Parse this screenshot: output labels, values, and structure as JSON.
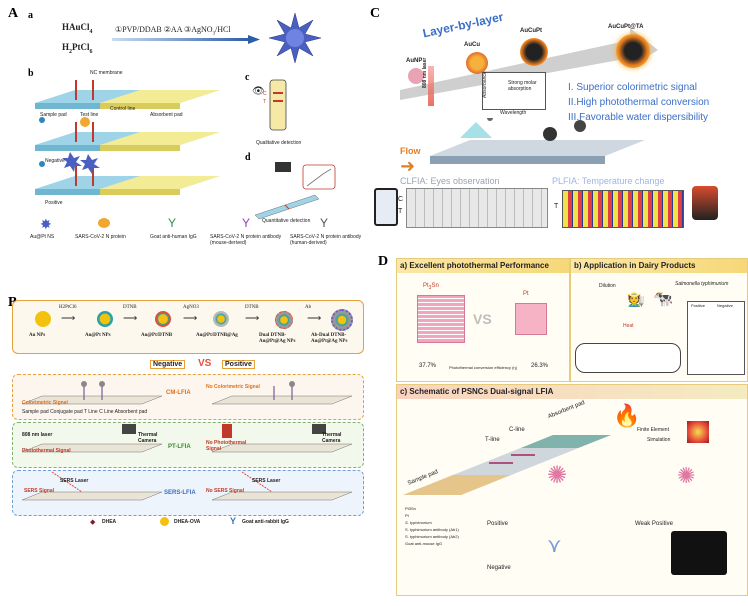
{
  "panel_A": {
    "label": "A",
    "sub_a": "a",
    "sub_b": "b",
    "sub_c": "c",
    "sub_d": "d",
    "reagent1": "HAuCl",
    "reagent1_sub": "4",
    "reagent2": "H",
    "reagent2_sub1": "2",
    "reagent2_mid": "PtCl",
    "reagent2_sub2": "6",
    "steps": "①PVP/DDAB  ②AA  ③AgNO",
    "steps_sub": "3",
    "steps_end": "/HCl",
    "nc_membrane": "NC membrane",
    "sample_pad": "Sample pad",
    "test_line": "Test line",
    "control_line": "Control line",
    "absorbent_pad": "Absorbent pad",
    "negative": "Negative",
    "positive": "Positive",
    "qualitative": "Qualitative detection",
    "quantitative": "Quantitative detection",
    "c_label": "C",
    "t_label": "T",
    "legend": [
      "Au@Pt NS",
      "SARS-CoV-2 N protein",
      "Goat anti-human IgG",
      "SARS-CoV-2 N protein antibody (mouse-derived)",
      "SARS-CoV-2 N protein antibody (human-derived)"
    ]
  },
  "panel_B": {
    "label": "B",
    "reagents": [
      "H2PtCl6",
      "DTNB",
      "AgNO3",
      "DTNB",
      "Ab"
    ],
    "particles": [
      "Au NPs",
      "Au@Pt NPs",
      "Au@Pt/DTNB",
      "Au@Pt/DTNB@Ag",
      "Dual DTNB-Au@Pt@Ag NPs",
      "Ab-Dual DTNB-Au@Pt@Ag NPs"
    ],
    "negative": "Negative",
    "vs": "VS",
    "positive": "Positive",
    "rows": [
      {
        "mode": "CM-LFIA",
        "left_signal": "Colorimetric Signal",
        "right_signal": "No Colorimetric Signal",
        "color": "#e0701a"
      },
      {
        "mode": "PT-LFIA",
        "left_signal": "Photothermal Signal",
        "right_signal": "No Photothermal Signal",
        "color": "#3a8a2a"
      },
      {
        "mode": "SERS-LFIA",
        "left_signal": "SERS Signal",
        "right_signal": "No SERS Signal",
        "color": "#3a6fc0"
      }
    ],
    "strip_parts": "Sample pad Conjugate pad T Line  C Line    Absorbent pad",
    "laser": "808 nm laser",
    "thermal_camera": "Thermal Camera",
    "sers_laser": "SERS Laser",
    "legend": [
      "DHEA",
      "DHEA-OVA",
      "Goat anti-rabbit IgG"
    ]
  },
  "panel_C": {
    "label": "C",
    "title": "Layer-by-layer",
    "stages": [
      "AuNP",
      "AuCu",
      "AuCuPt",
      "AuCuPt@TA"
    ],
    "laser": "808 nm laser",
    "absorbance": "Absorbance",
    "strong": "Strong molar absorption",
    "wavelength": "Wavelength",
    "claims": [
      "I. Superior colorimetric signal",
      "II.High photothermal conversion",
      "III.Favorable water dispersibility"
    ],
    "flow": "Flow",
    "clfia": "CLFIA: Eyes observation",
    "plfia": "PLFIA: Temperature change",
    "c_tag": "C",
    "t_tag": "T"
  },
  "panel_D": {
    "label": "D",
    "a_title": "a) Excellent photothermal Performance",
    "b_title": "b) Application in Dairy Products",
    "c_title": "c) Schematic of PSNCs Dual-signal LFIA",
    "pt3sn": "Pt",
    "pt3sn_sub": "3",
    "pt3sn_end": "Sn",
    "pt": "Pt",
    "vs": "VS",
    "eff1": "37.7%",
    "eff_label": "Photothermal conversion efficiency (η)",
    "eff2": "26.3%",
    "dilution": "Dilution",
    "salmonella": "Salmonella typhimurium",
    "heat": "Heat",
    "pos": "Positive",
    "neg": "Negative",
    "sample_pad": "Sample pad",
    "t_line": "T-line",
    "c_line": "C-line",
    "absorbent_pad": "Absorbent pad",
    "positive": "Positive",
    "weak_positive": "Weak Positive",
    "negative": "Negative",
    "fem": "Finite Element",
    "simulation": "Simulation",
    "legend": [
      "Pt3Sn",
      "Pt",
      "S. typhimurium",
      "S. typhimurium antibody (Ab1)",
      "S. typhimurium antibody (Ab2)",
      "Goat anti-mouse IgG"
    ]
  }
}
